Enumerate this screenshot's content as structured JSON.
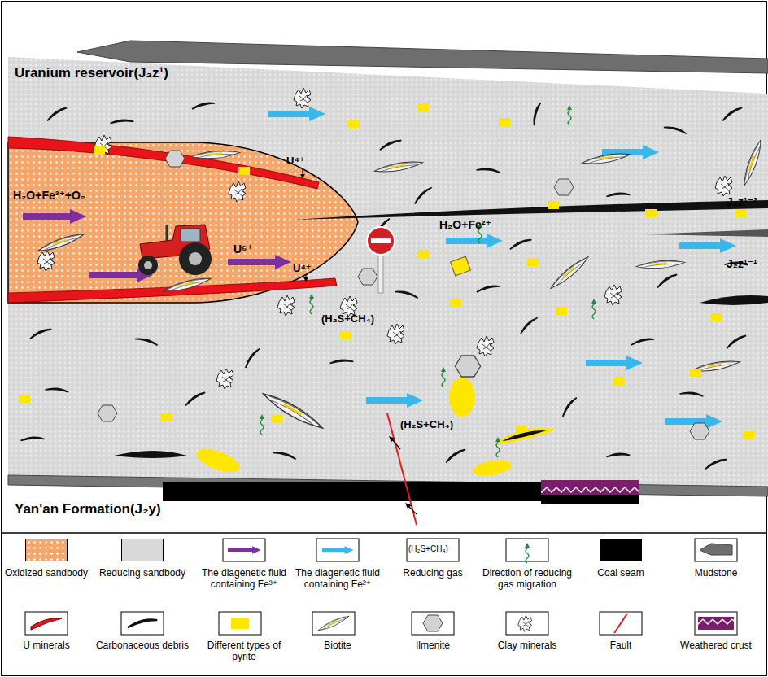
{
  "diagram": {
    "nodes": [
      {
        "text": [
          "Uranium reservoir(J₂z¹)"
        ]
      },
      {
        "text": [
          "H₂O+Fe³⁺+O₂",
          "U⁶⁺"
        ],
        "in": 0
      }
    ],
    "labels": [
      "U⁴⁺",
      "U⁴⁺",
      "H₂O+Fe²⁺",
      "(H₂S+CH₄)",
      "(H₂S+CH₄)",
      "J₂z¹⁻²",
      "J₂z¹⁻¹",
      "Yan'an Formation(J₂y)",
      "(H₂S+CH₄)"
    ],
    "legend": [
      {
        "text": "Oxidized sandbody",
        "color": "#f5a66b"
      },
      {
        "text": "Reducing sandbody",
        "color": "#d9d9d9"
      },
      {
        "text": "The diagenetic fluid containing Fe³⁺"
      },
      {
        "text": "The diagenetic fluid containing Fe²⁺"
      },
      {
        "text": "Reducing gas"
      },
      {
        "text": "Direction of reducing gas migration"
      },
      {
        "text": "Coal seam",
        "color": "#000000"
      },
      {
        "text": "Mudstone"
      },
      {
        "text": "U minerals"
      },
      {
        "text": "Carbonaceous debris"
      },
      {
        "text": "Different types of pyrite",
        "color": "#ffe600"
      },
      {
        "text": "Biotite"
      },
      {
        "text": "Ilmenite"
      },
      {
        "text": "Clay minerals"
      },
      {
        "text": "Fault"
      },
      {
        "text": "Weathered crust"
      }
    ]
  }
}
